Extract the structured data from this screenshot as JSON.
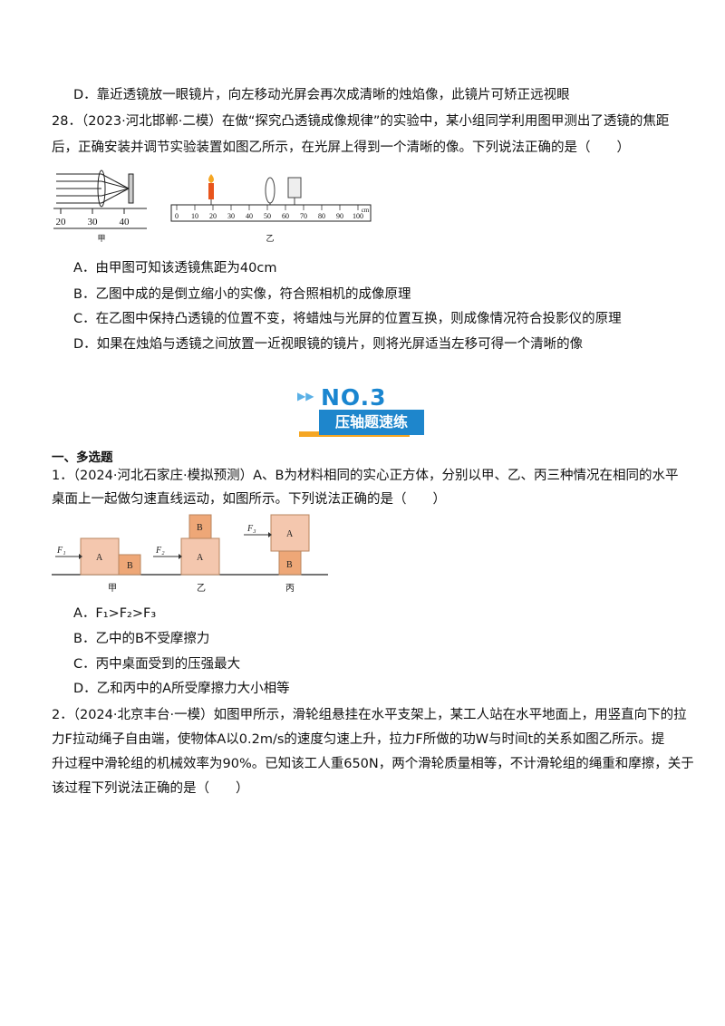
{
  "q27_opt_d": "D．靠近透镜放一眼镜片，向左移动光屏会再次成清晰的烛焰像，此镜片可矫正远视眼",
  "q28": {
    "line1": "28．（2023·河北邯郸·二模）在做“探究凸透镜成像规律”的实验中，某小组同学利用图甲测出了透镜的焦距",
    "line2": "后，正确安装并调节实验装置如图乙所示，在光屏上得到一个清晰的像。下列说法正确的是（　　）",
    "fig_jia_ticks": [
      "20",
      "30",
      "40"
    ],
    "fig_jia_caption": "甲",
    "fig_yi_ticks": [
      "0",
      "10",
      "20",
      "30",
      "40",
      "50",
      "60",
      "70",
      "80",
      "90",
      "100"
    ],
    "fig_yi_unit": "cm",
    "fig_yi_caption": "乙",
    "opt_a": "A．由甲图可知该透镜焦距为40cm",
    "opt_b": "B．乙图中成的是倒立缩小的实像，符合照相机的成像原理",
    "opt_c": "C．在乙图中保持凸透镜的位置不变，将蜡烛与光屏的位置互换，则成像情况符合投影仪的原理",
    "opt_d": "D．如果在烛焰与透镜之间放置一近视眼镜的镜片，则将光屏适当左移可得一个清晰的像"
  },
  "banner": {
    "number": "NO.3",
    "title": "压轴题速练"
  },
  "section_heading": "一、多选题",
  "q1": {
    "line1": "1．（2024·河北石家庄·模拟预测）A、B为材料相同的实心正方体，分别以甲、乙、丙三种情况在相同的水平",
    "line2": "桌面上一起做匀速直线运动，如图所示。下列说法正确的是（　　）",
    "fig": {
      "f1": "F₁",
      "f2": "F₂",
      "f3": "F₃",
      "block_a": "A",
      "block_b": "B",
      "cap_jia": "甲",
      "cap_yi": "乙",
      "cap_bing": "丙"
    },
    "opt_a": "A．F₁>F₂>F₃",
    "opt_b": "B．乙中的B不受摩擦力",
    "opt_c": "C．丙中桌面受到的压强最大",
    "opt_d": "D．乙和丙中的A所受摩擦力大小相等"
  },
  "q2": {
    "line1": "2．（2024·北京丰台·一模）如图甲所示，滑轮组悬挂在水平支架上，某工人站在水平地面上，用竖直向下的拉",
    "line2": "力F拉动绳子自由端，使物体A以0.2m/s的速度匀速上升，拉力F所做的功W与时间t的关系如图乙所示。提",
    "line3": "升过程中滑轮组的机械效率为90%。已知该工人重650N，两个滑轮质量相等，不计滑轮组的绳重和摩擦，关于",
    "line4": "该过程下列说法正确的是（　　）"
  },
  "colors": {
    "banner_blue": "#1e86cc",
    "banner_orange": "#f5a623",
    "block_fill": "#f4c7ae",
    "block_b_fill": "#eea777",
    "flame": "#e8541c"
  }
}
